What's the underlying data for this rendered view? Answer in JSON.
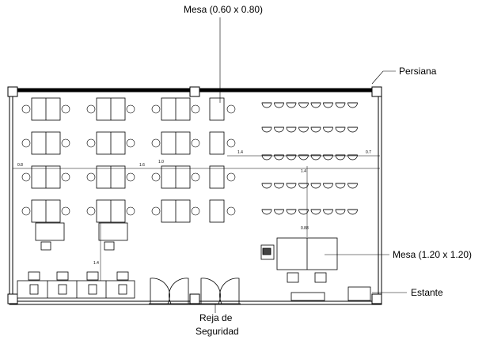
{
  "labels": {
    "mesa_small": "Mesa (0.60 x 0.80)",
    "persiana": "Persiana",
    "mesa_large": "Mesa (1.20 x 1.20)",
    "estante": "Estante",
    "reja_line1": "Reja de",
    "reja_line2": "Seguridad"
  },
  "dimensions": {
    "d1": "0.8",
    "d2": "1.6",
    "d3": "1.0",
    "d4": "1.4",
    "d5": "0.7",
    "d6": "1.4",
    "d7": "0.88",
    "d8": "1.4"
  }
}
